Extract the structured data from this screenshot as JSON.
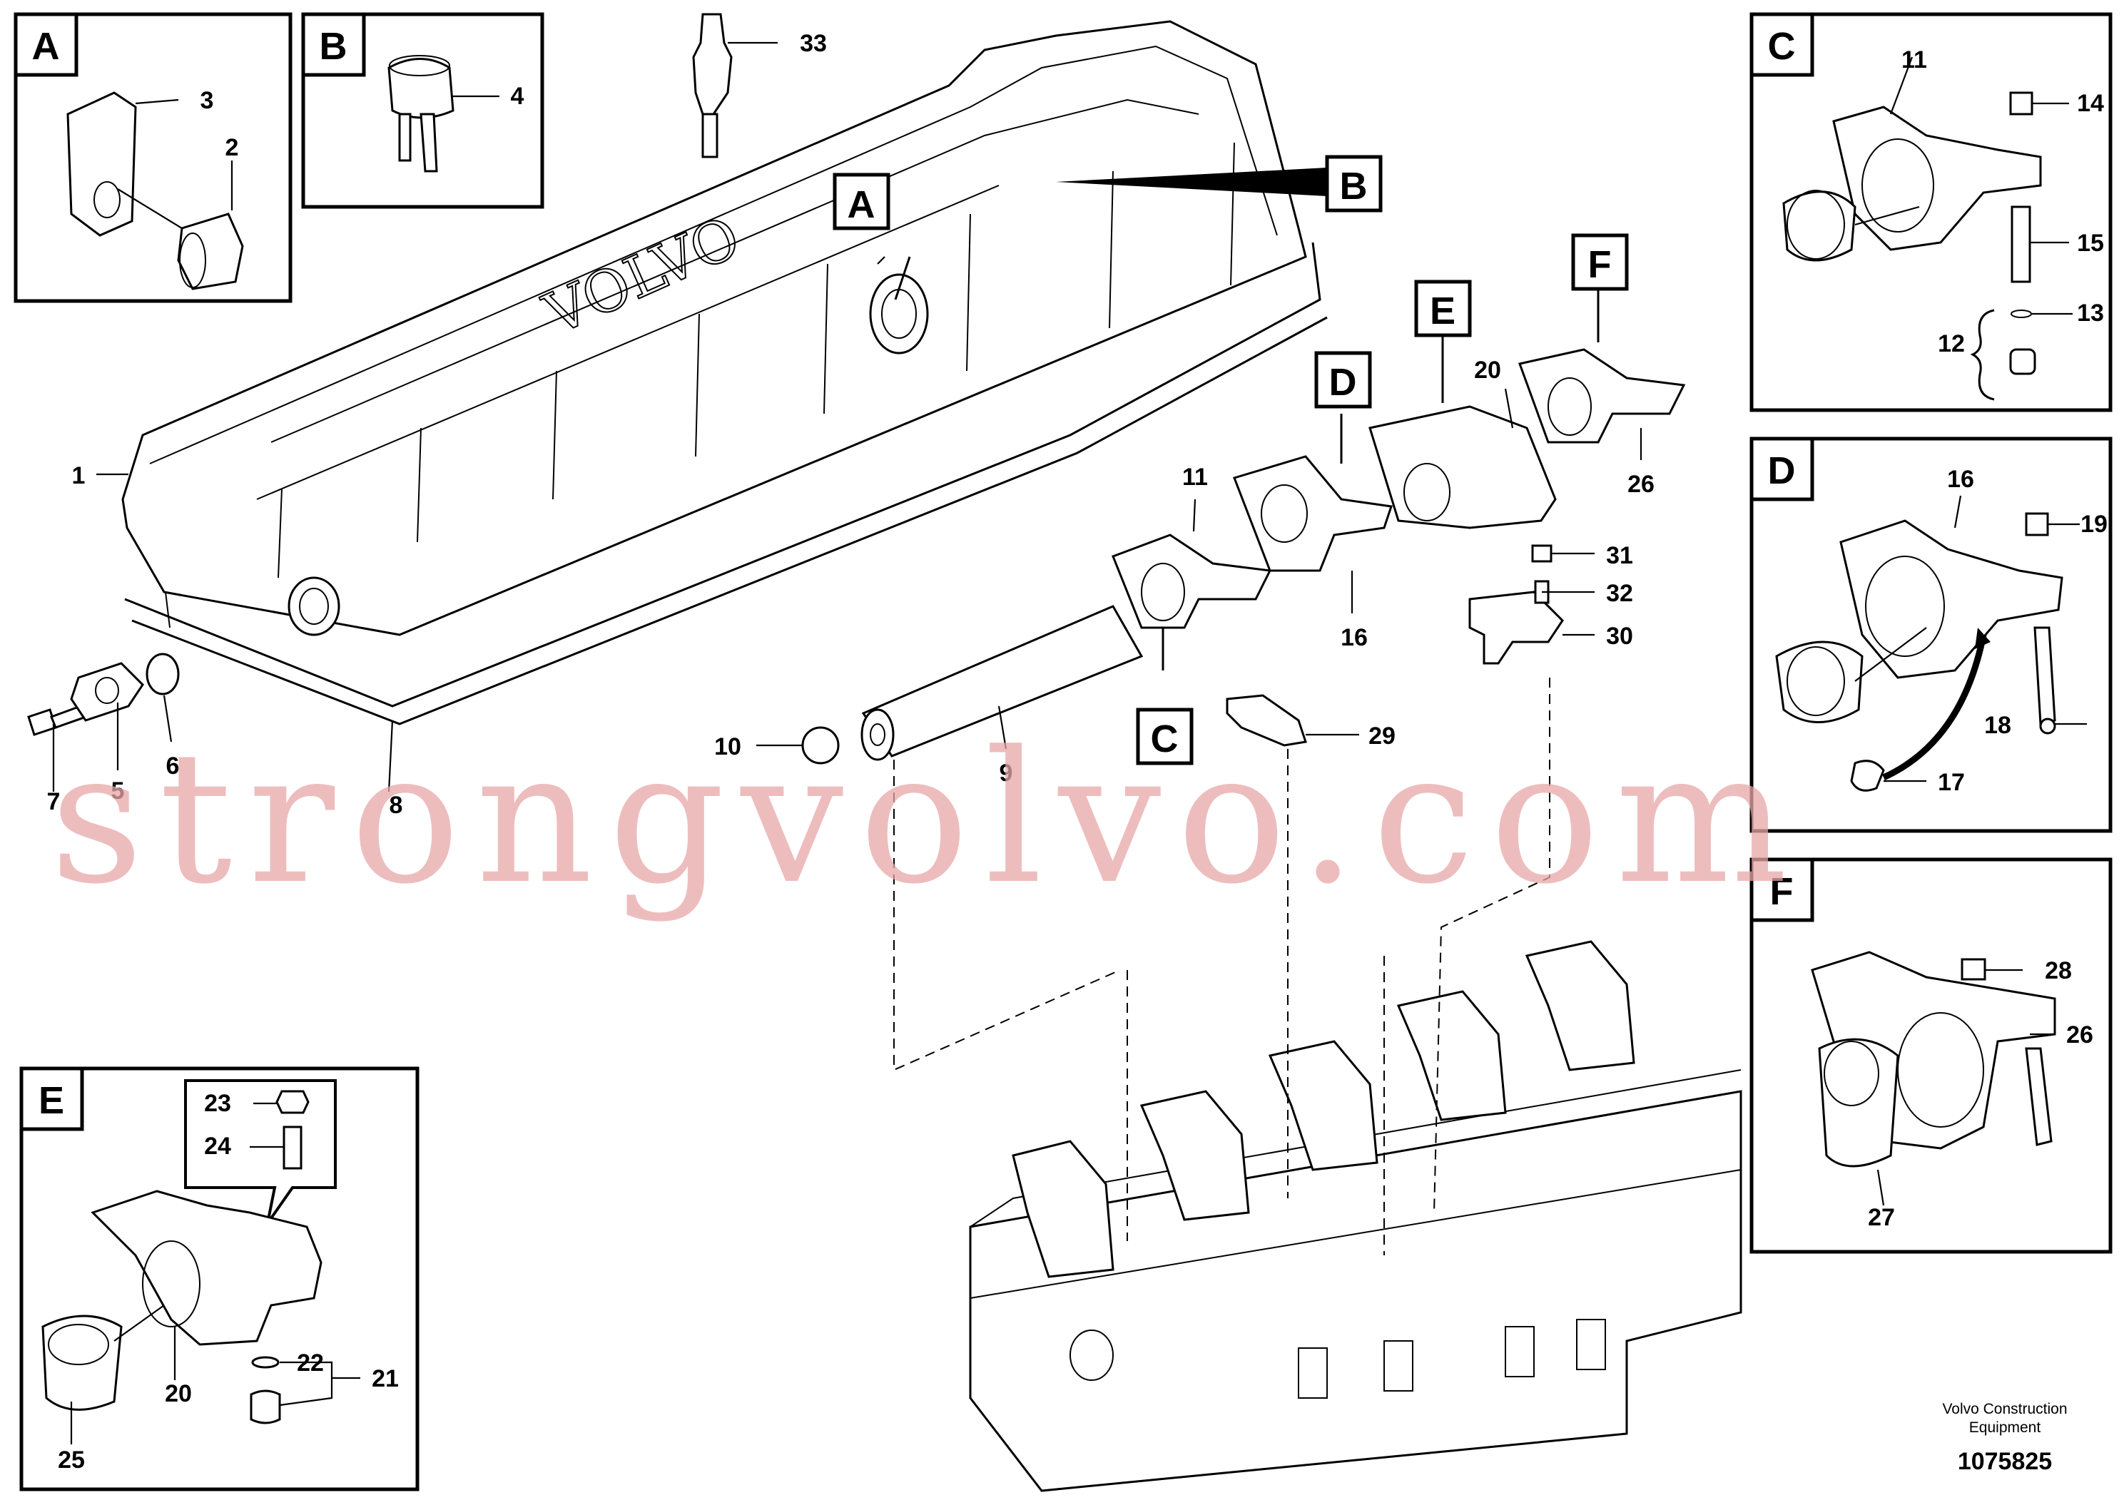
{
  "diagram": {
    "insets": [
      {
        "letter": "A",
        "labels": [
          "3",
          "2"
        ]
      },
      {
        "letter": "B",
        "labels": [
          "4"
        ]
      },
      {
        "letter": "C",
        "labels": [
          "11",
          "14",
          "15",
          "13",
          "12"
        ]
      },
      {
        "letter": "D",
        "labels": [
          "16",
          "19",
          "18",
          "17"
        ]
      },
      {
        "letter": "F",
        "labels": [
          "28",
          "26",
          "27"
        ]
      },
      {
        "letter": "E",
        "labels": [
          "23",
          "24",
          "20",
          "25",
          "22",
          "21"
        ]
      }
    ],
    "callout_letters": [
      "A",
      "B",
      "C",
      "D",
      "E",
      "F"
    ],
    "main_labels": [
      "33",
      "1",
      "7",
      "5",
      "6",
      "8",
      "10",
      "9",
      "11",
      "16",
      "20",
      "26",
      "31",
      "32",
      "30",
      "29"
    ]
  },
  "watermark": "strongvolvo.com",
  "footer": {
    "company_line1": "Volvo Construction",
    "company_line2": "Equipment",
    "drawing_number": "1075825"
  }
}
